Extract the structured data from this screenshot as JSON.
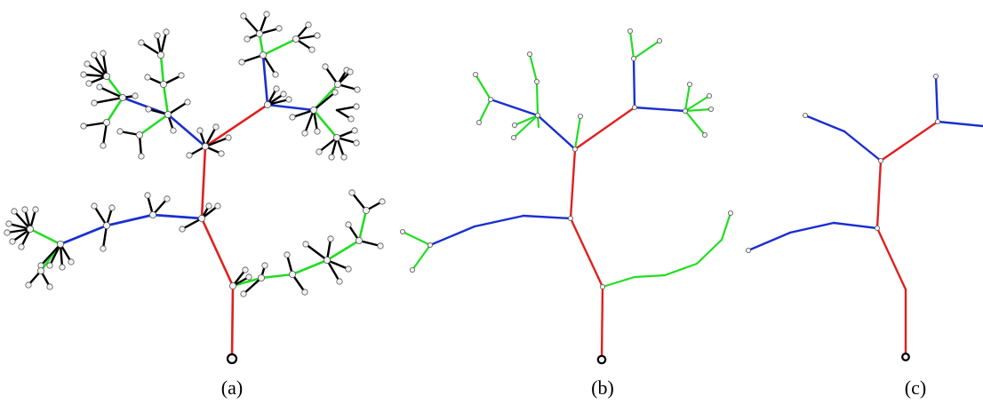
{
  "panels": [
    {
      "label": "(a)"
    },
    {
      "label": "(b)"
    },
    {
      "label": "(c)"
    }
  ],
  "colors": {
    "red_level": "#e02020",
    "blue_level": "#1a2fd0",
    "green_level": "#22dd22",
    "leaf_branch": "#000000",
    "node_fill": "#f2f2f2",
    "node_stroke": "#555555",
    "root_stroke": "#000000"
  }
}
